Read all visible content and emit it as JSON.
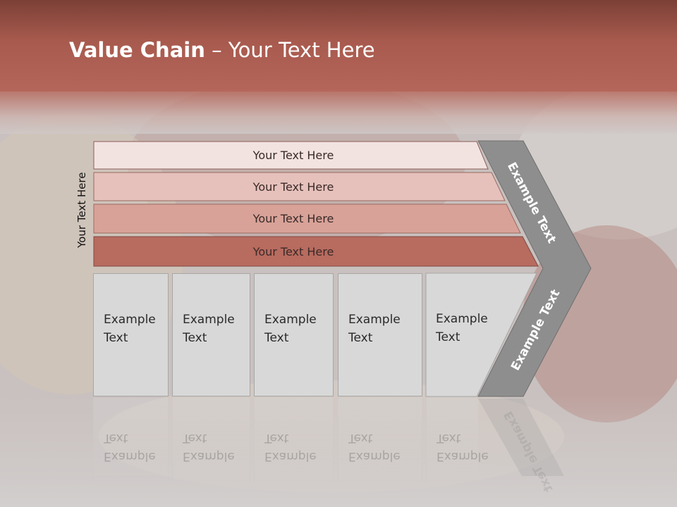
{
  "title": {
    "bold": "Value Chain",
    "rest": " – Your Text Here"
  },
  "vertical_label": "Your Text Here",
  "bars": [
    {
      "label": "Your Text Here",
      "color": "#f2e3e1"
    },
    {
      "label": "Your Text Here",
      "color": "#e6c1bb"
    },
    {
      "label": "Your Text Here",
      "color": "#d8a298"
    },
    {
      "label": "Your Text Here",
      "color": "#b86b5f"
    }
  ],
  "boxes": [
    {
      "line1": "Example",
      "line2": "Text"
    },
    {
      "line1": "Example",
      "line2": "Text"
    },
    {
      "line1": "Example",
      "line2": "Text"
    },
    {
      "line1": "Example",
      "line2": "Text"
    },
    {
      "line1": "Example",
      "line2": "Text"
    }
  ],
  "chevron": {
    "upper_text": "Example Text",
    "lower_text": "Example Text",
    "color": "#8e8e8e"
  },
  "colors": {
    "header": "#a85a4e",
    "background": "#cfc9c8"
  }
}
